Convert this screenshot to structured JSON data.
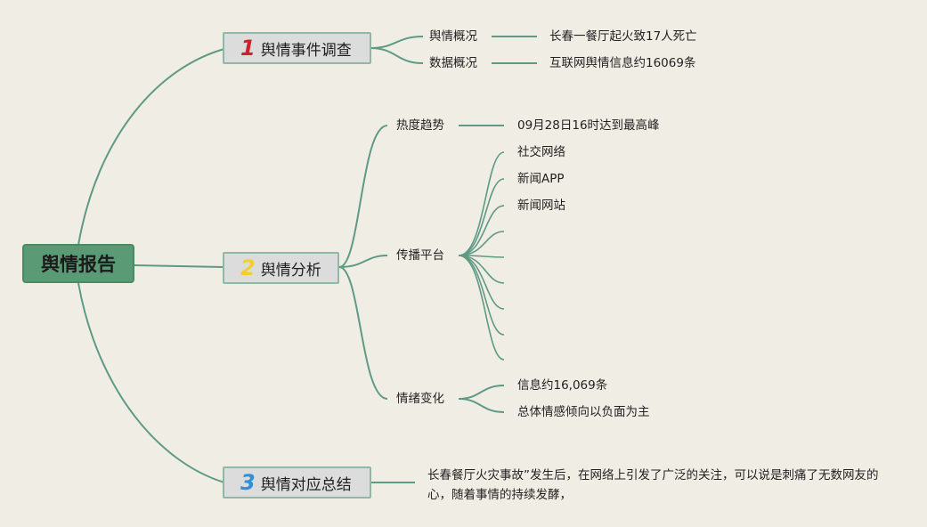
{
  "root": {
    "label": "舆情报告"
  },
  "colors": {
    "root_bg": "#5a9a74",
    "line": "#5e9a84",
    "num1": "#d0202a",
    "num2": "#f2cf2e",
    "num3": "#2f8fd8",
    "background": "#f0ede5"
  },
  "branches": [
    {
      "num": "1",
      "label": "舆情事件调查",
      "children": [
        {
          "label": "舆情概况",
          "value": "长春一餐厅起火致17人死亡"
        },
        {
          "label": "数据概况",
          "value": "互联网舆情信息约16069条"
        }
      ]
    },
    {
      "num": "2",
      "label": "舆情分析",
      "children": [
        {
          "label": "热度趋势",
          "value": "09月28日16时达到最高峰"
        },
        {
          "label": "传播平台",
          "items": [
            "社交网络",
            "新闻APP",
            "新闻网站",
            "",
            "",
            "",
            "",
            "",
            ""
          ]
        },
        {
          "label": "情绪变化",
          "items": [
            "信息约16,069条",
            "总体情感倾向以负面为主"
          ]
        }
      ]
    },
    {
      "num": "3",
      "label": "舆情对应总结",
      "summary": "长春餐厅火灾事故”发生后，在网络上引发了广泛的关注，可以说是刺痛了无数网友的心，随着事情的持续发酵，"
    }
  ]
}
